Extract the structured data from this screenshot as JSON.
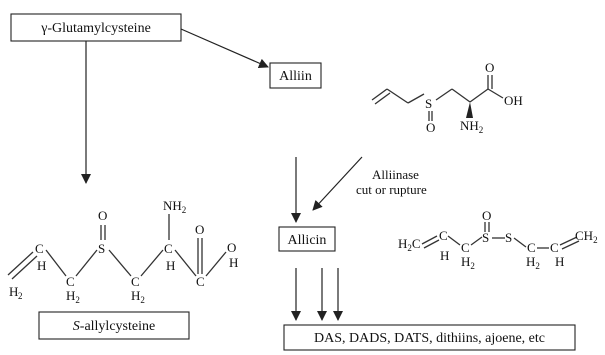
{
  "boxes": {
    "glutamylcysteine": "γ-Glutamylcysteine",
    "alliin": "Alliin",
    "allicin": "Allicin",
    "allylcysteine_italic": "S",
    "allylcysteine_rest": "-allylcysteine",
    "products": "DAS, DADS, DATS, dithiins, ajoene, etc"
  },
  "annotation": {
    "line1": "Alliinase",
    "line2": "cut or rupture"
  },
  "alliin_structure": {
    "S": "S",
    "O_sulfoxide": "O",
    "O_carbonyl": "O",
    "OH": "OH",
    "NH": "NH",
    "NH_sub": "2"
  },
  "allylcysteine_structure": {
    "O_top": "O",
    "NH2": "NH",
    "NH2_sub": "2",
    "S": "S",
    "C1": "C",
    "H1": "H",
    "CH2_a": "C",
    "H2_a": "H",
    "sub2": "2",
    "C2": "C",
    "H2_c": "H",
    "C_alpha": "C",
    "H_alpha": "H",
    "C_carboxyl": "C",
    "O_carboxyl": "O",
    "OH_O": "O",
    "OH_H": "H",
    "H2_left": "H"
  },
  "allicin_structure": {
    "H2C_H": "H",
    "H2C_2": "2",
    "H2C_C": "C",
    "C1": "C",
    "H1": "H",
    "C2": "C",
    "H2": "H",
    "S1": "S",
    "O": "O",
    "S2": "S",
    "C3": "C",
    "H3": "H",
    "C4": "C",
    "H4": "H",
    "CH2": "CH",
    "CH2_sub": "2",
    "sub2": "2"
  },
  "colors": {
    "ink": "#111111",
    "line": "#222222",
    "background": "#ffffff"
  }
}
